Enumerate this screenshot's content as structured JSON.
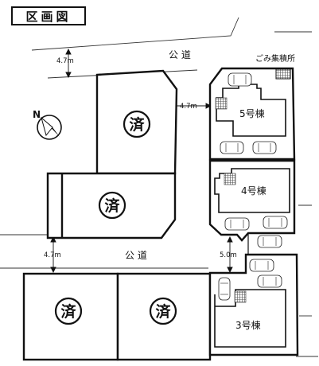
{
  "title": "区画図",
  "roads": {
    "top_label": "公 道",
    "middle_label": "公 道"
  },
  "dimensions": {
    "top_road_width": "4.7m",
    "upper_gap": "4.7m",
    "middle_road_width": "4.7m",
    "lower_gap": "5.0m"
  },
  "north_label": "N",
  "garbage_label": "ごみ集積所",
  "sold_mark": "済",
  "buildings": {
    "b5": "5号棟",
    "b4": "4号棟",
    "b3": "3号棟"
  }
}
